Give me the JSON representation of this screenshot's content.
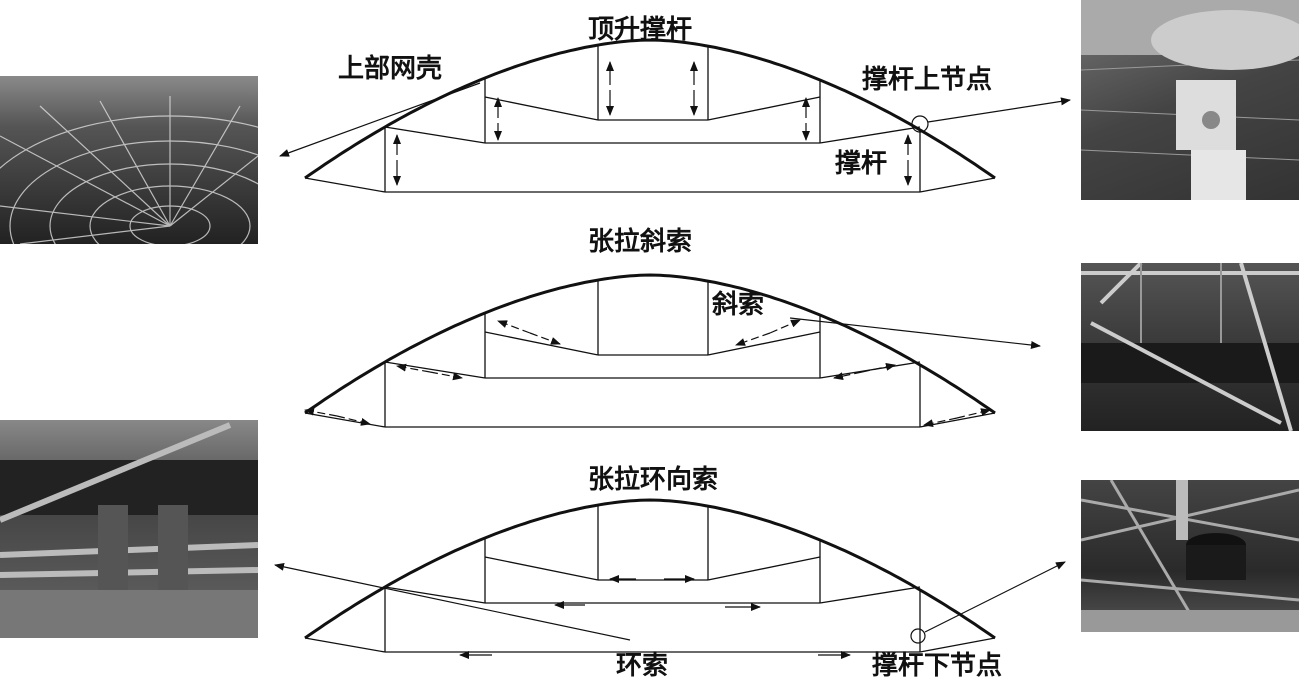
{
  "diagram": {
    "stage1": {
      "title": "顶升撑杆",
      "label_shell": "上部网壳",
      "label_upper_node": "撑杆上节点",
      "label_strut": "撑杆"
    },
    "stage2": {
      "title": "张拉斜索",
      "label_diagonal": "斜索"
    },
    "stage3": {
      "title": "张拉环向索",
      "label_ring": "环索",
      "label_lower_node": "撑杆下节点"
    }
  },
  "colors": {
    "line": "#111111",
    "photo_dark": "#2a2a2a",
    "photo_light": "#bbbbbb"
  }
}
